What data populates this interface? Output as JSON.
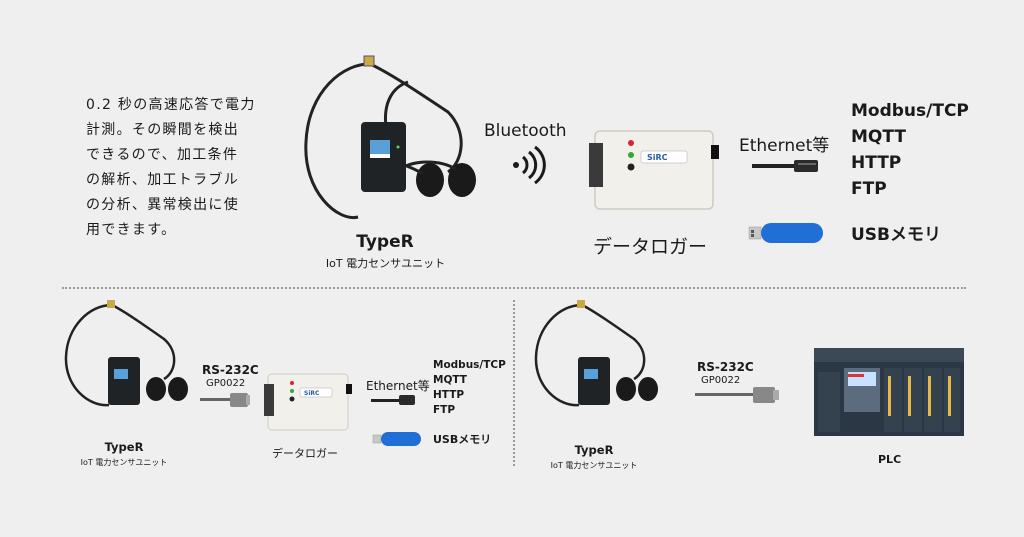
{
  "description_lines": [
    "0.2 秒の高速応答で電力",
    "計測。その瞬間を検出",
    "できるので、加工条件",
    "の解析、加工トラブル",
    "の分析、異常検出に使",
    "用できます。"
  ],
  "top": {
    "sensor_title": "TypeR",
    "sensor_subtitle": "IoT 電力センサユニット",
    "wireless_label": "Bluetooth",
    "logger_label": "データロガー",
    "logger_brand": "SiRC",
    "ethernet_label": "Ethernet等",
    "protocols": [
      "Modbus/TCP",
      "MQTT",
      "HTTP",
      "FTP"
    ],
    "usb_label": "USBメモリ"
  },
  "bottom_left": {
    "sensor_title": "TypeR",
    "sensor_subtitle": "IoT 電力センサユニット",
    "serial_label": "RS-232C",
    "serial_sub": "GP0022",
    "logger_label": "データロガー",
    "logger_brand": "SiRC",
    "ethernet_label": "Ethernet等",
    "protocols": [
      "Modbus/TCP",
      "MQTT",
      "HTTP",
      "FTP"
    ],
    "usb_label": "USBメモリ"
  },
  "bottom_right": {
    "sensor_title": "TypeR",
    "sensor_subtitle": "IoT 電力センサユニット",
    "serial_label": "RS-232C",
    "serial_sub": "GP0022",
    "plc_label": "PLC"
  },
  "colors": {
    "background": "#efefef",
    "sensor_body": "#1f2326",
    "logger_body": "#f2f0ea",
    "usb_blue": "#1f6fd6",
    "cable": "#222222",
    "plc_body": "#2b3744"
  }
}
